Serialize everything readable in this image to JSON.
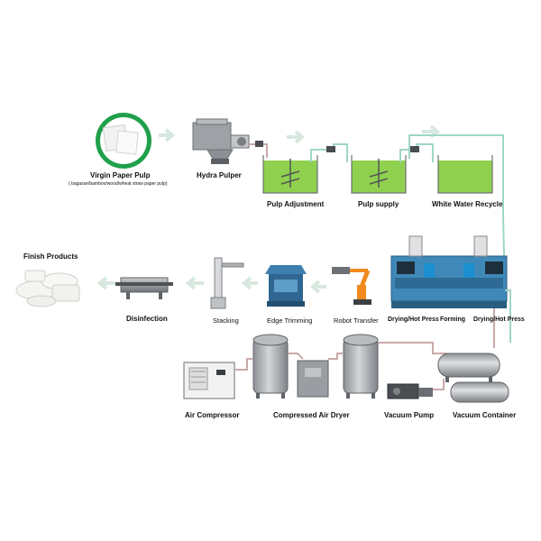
{
  "diagram": {
    "labels": {
      "virgin_pulp": "Virgin Paper Pulp",
      "virgin_pulp_note": "( bagasse/bamboo/wood/wheat straw paper pulp)",
      "hydra_pulper": "Hydra Pulper",
      "pulp_adjustment": "Pulp Adjustment",
      "pulp_supply": "Pulp supply",
      "white_water_recycle": "White Water Recycle",
      "finish_products": "Finish Products",
      "disinfection": "Disinfection",
      "stacking": "Stacking",
      "edge_trimming": "Edge Trimming",
      "robot_transfer": "Robot Transfer",
      "drying_hot_press_1": "Drying/Hot Press",
      "forming": "Forming",
      "drying_hot_press_2": "Drying/Hot Press",
      "air_compressor": "Air Compressor",
      "compressed_air_dryer": "Compressed Air Dryer",
      "vacuum_pump": "Vacuum Pump",
      "vacuum_container": "Vacuum Container"
    },
    "colors": {
      "pulp_green": "#8fd14f",
      "pipe": "#c9a9a9",
      "water_pipe": "#9fd6c8",
      "arrow": "#d7e8df",
      "machine_blue": "#3e7fb0",
      "tank_gray": "#a7aaad"
    }
  }
}
